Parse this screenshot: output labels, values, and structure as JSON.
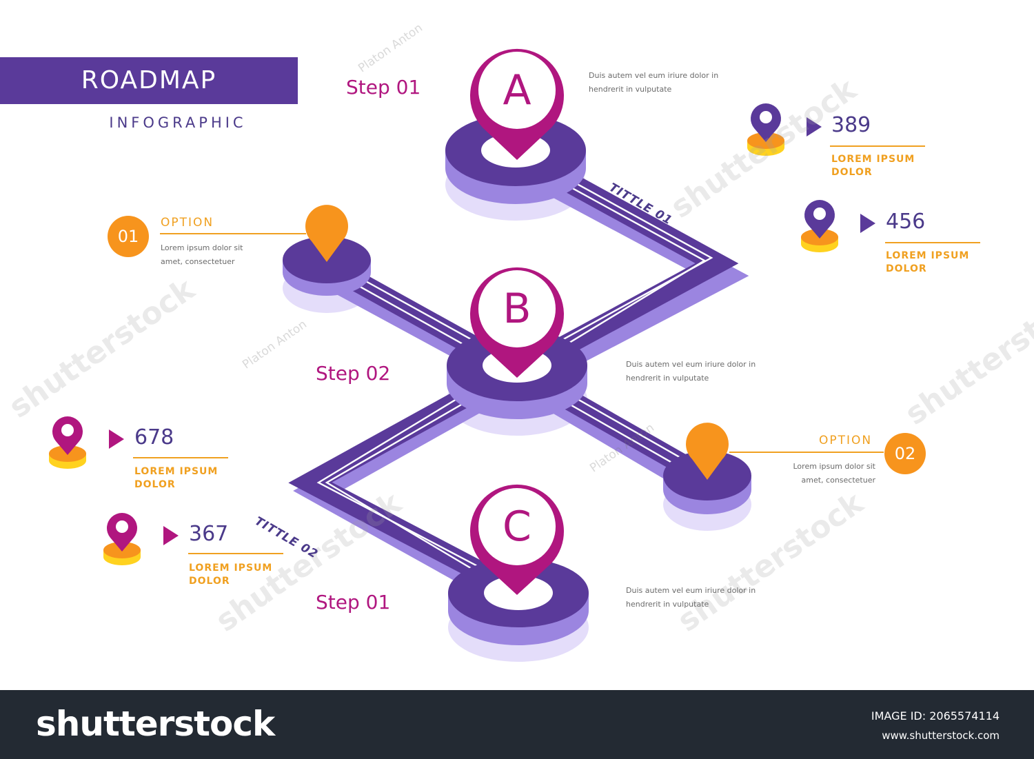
{
  "header": {
    "title": "ROADMAP",
    "subtitle": "INFOGRAPHIC"
  },
  "milestones": [
    {
      "letter": "A",
      "step": "Step 01",
      "desc_line1": "Duis autem vel eum iriure dolor in",
      "desc_line2": "hendrerit in vulputate"
    },
    {
      "letter": "B",
      "step": "Step 02",
      "desc_line1": "Duis autem vel eum iriure dolor in",
      "desc_line2": "hendrerit in vulputate"
    },
    {
      "letter": "C",
      "step": "Step 01",
      "desc_line1": "Duis autem vel eum iriure dolor in",
      "desc_line2": "hendrerit in vulputate"
    }
  ],
  "paths": {
    "tittle1": "TITTLE 01",
    "tittle2": "TITTLE 02"
  },
  "options": [
    {
      "number": "01",
      "label": "OPTION",
      "desc_line1": "Lorem ipsum dolor sit",
      "desc_line2": "amet, consectetuer"
    },
    {
      "number": "02",
      "label": "OPTION",
      "desc_line1": "Lorem ipsum dolor sit",
      "desc_line2": "amet, consectetuer"
    }
  ],
  "stats": [
    {
      "value": "389",
      "label_line1": "LOREM IPSUM",
      "label_line2": "DOLOR",
      "pin_color": "#5a3a9a"
    },
    {
      "value": "456",
      "label_line1": "LOREM IPSUM",
      "label_line2": "DOLOR",
      "pin_color": "#5a3a9a"
    },
    {
      "value": "678",
      "label_line1": "LOREM IPSUM",
      "label_line2": "DOLOR",
      "pin_color": "#b0167f"
    },
    {
      "value": "367",
      "label_line1": "LOREM IPSUM",
      "label_line2": "DOLOR",
      "pin_color": "#b0167f"
    }
  ],
  "footer": {
    "brand": "shutterstock",
    "image_id": "IMAGE ID: 2065574114",
    "site": "www.shutterstock.com"
  },
  "watermarks": {
    "author": "Platon Anton",
    "brand": "shutterstock"
  },
  "colors": {
    "purple_dark": "#5a3a9a",
    "purple_light": "#9b85e0",
    "purple_pale": "#ddd5f7",
    "magenta": "#b0167f",
    "orange": "#f7941d",
    "yellow": "#ffd21f",
    "footer_bg": "#232a33"
  }
}
